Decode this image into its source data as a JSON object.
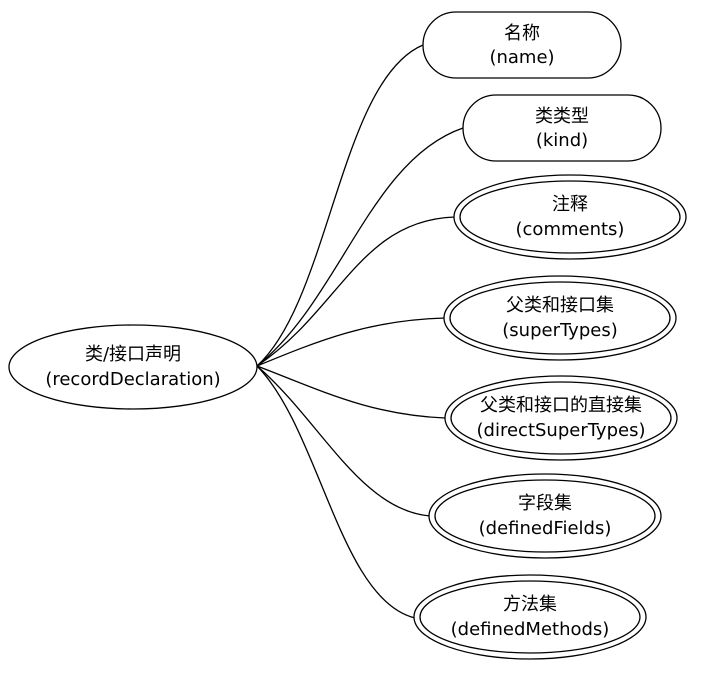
{
  "root": {
    "label": "类/接口声明",
    "sub": "(recordDeclaration)"
  },
  "nodes": [
    {
      "label": "名称",
      "sub": "(name)",
      "double_border": false
    },
    {
      "label": "类类型",
      "sub": "(kind)",
      "double_border": false
    },
    {
      "label": "注释",
      "sub": "(comments)",
      "double_border": true
    },
    {
      "label": "父类和接口集",
      "sub": "(superTypes)",
      "double_border": true
    },
    {
      "label": "父类和接口的直接集",
      "sub": "(directSuperTypes)",
      "double_border": true
    },
    {
      "label": "字段集",
      "sub": "(definedFields)",
      "double_border": true
    },
    {
      "label": "方法集",
      "sub": "(definedMethods)",
      "double_border": true
    }
  ]
}
